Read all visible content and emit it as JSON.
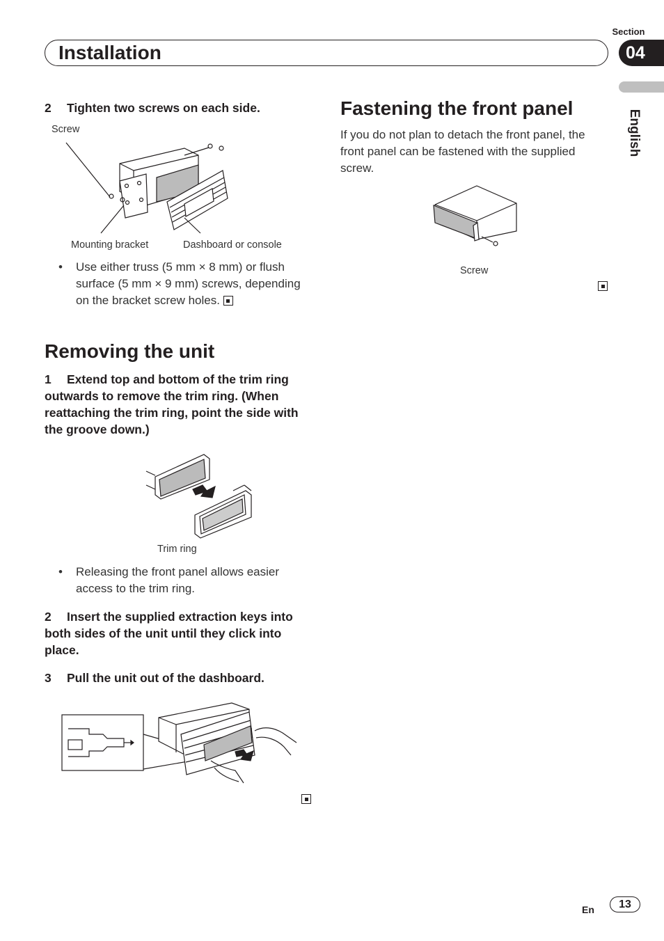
{
  "header": {
    "title": "Installation",
    "section_label": "Section",
    "section_number": "04",
    "language": "English"
  },
  "left": {
    "step_tighten": {
      "number": "2",
      "text": "Tighten two screws on each side."
    },
    "fig1": {
      "screw": "Screw",
      "mounting_bracket": "Mounting bracket",
      "dashboard": "Dashboard or console"
    },
    "bullet_screws": "Use either truss (5 mm × 8 mm) or flush surface (5 mm × 9 mm) screws, depending on the bracket screw holes.",
    "removing_title": "Removing the unit",
    "step1": {
      "number": "1",
      "text": "Extend top and bottom of the trim ring outwards to remove the trim ring. (When reattaching the trim ring, point the side with the groove down.)"
    },
    "fig2": {
      "trim_ring": "Trim ring"
    },
    "bullet_release": "Releasing the front panel allows easier access to the trim ring.",
    "step2": {
      "number": "2",
      "text": "Insert the supplied extraction keys into both sides of the unit until they click into place."
    },
    "step3": {
      "number": "3",
      "text": "Pull the unit out of the dashboard."
    }
  },
  "right": {
    "fastening_title": "Fastening the front panel",
    "fastening_body": "If you do not plan to detach the front panel, the front panel can be fastened with the supplied screw.",
    "fig_screw": "Screw"
  },
  "footer": {
    "lang": "En",
    "page": "13"
  }
}
